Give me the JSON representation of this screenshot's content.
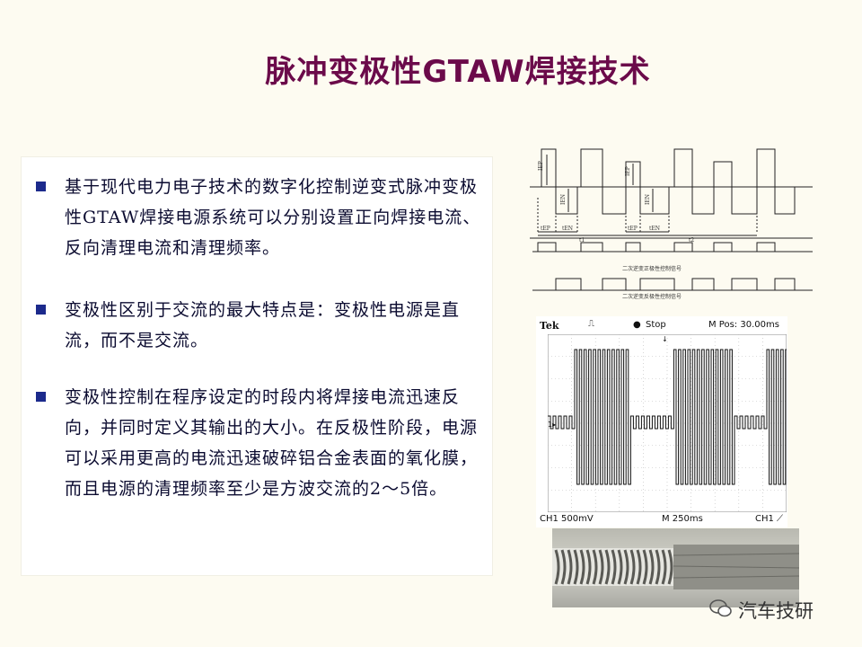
{
  "title": "脉冲变极性GTAW焊接技术",
  "bullets": [
    "基于现代电力电子技术的数字化控制逆变式脉冲变极性GTAW焊接电源系统可以分别设置正向焊接电流、反向清理电流和清理频率。",
    "变极性区别于交流的最大特点是：变极性电源是直流，而不是交流。",
    "变极性控制在程序设定的时段内将焊接电流迅速反向，并同时定义其输出的大小。在反极性阶段，电源可以采用更高的电流迅速破碎铝合金表面的氧化膜，而且电源的清理频率至少是方波交流的2～5倍。"
  ],
  "waveform": {
    "labels": [
      "tEP",
      "tEN",
      "t1",
      "tEP",
      "tEN",
      "t2"
    ],
    "amp_labels": [
      "IEP",
      "IEN",
      "IEP",
      "IEN"
    ],
    "signal_labels": [
      "二次逆变正极性控制信号",
      "二次逆变反极性控制信号"
    ]
  },
  "scope": {
    "brand": "Tek",
    "status": "Stop",
    "mpos": "M Pos: 30.00ms",
    "ch1": "CH1  500mV",
    "timebase": "M 250ms",
    "trigger": "CH1"
  },
  "watermark": "汽车技研"
}
